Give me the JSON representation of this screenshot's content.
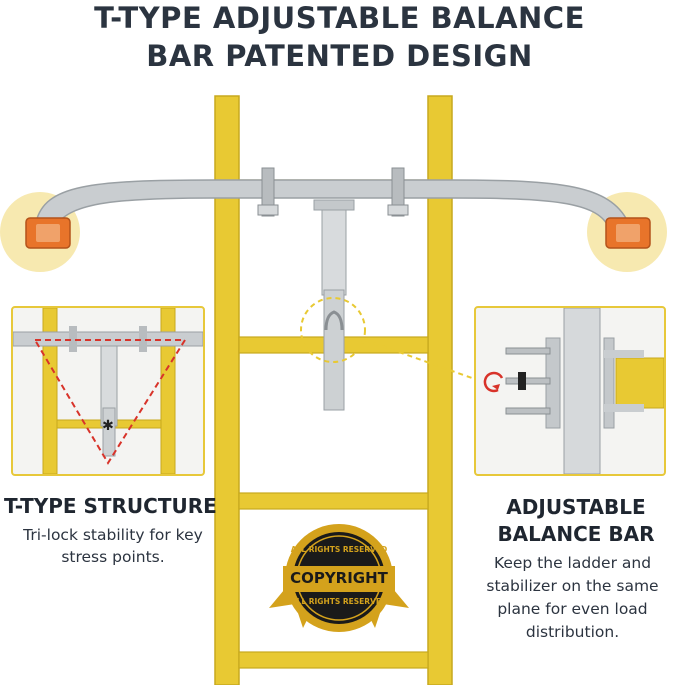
{
  "title": {
    "line1": "T-TYPE ADJUSTABLE BALANCE",
    "line2": "BAR PATENTED DESIGN"
  },
  "left_feature": {
    "heading": "T-TYPE STRUCTURE",
    "description": "Tri-lock stability for key stress points."
  },
  "right_feature": {
    "heading_line1": "ADJUSTABLE",
    "heading_line2": "BALANCE BAR",
    "description": "Keep the ladder and stabilizer on the same plane for even load distribution."
  },
  "seal": {
    "top_text": "ALL RIGHTS RESERVED",
    "main_text": "COPYRIGHT",
    "bottom_text": "ALL RIGHTS RESERVED"
  },
  "colors": {
    "ladder_yellow": "#e8c933",
    "bar_silver": "#c9cdd0",
    "title_dark": "#2b3440",
    "rubber_orange": "#e8742a",
    "highlight_glow": "#f7e9b0",
    "seal_gold": "#d4a21c",
    "seal_black": "#1a1a1a",
    "dash_red": "#d8332a"
  }
}
